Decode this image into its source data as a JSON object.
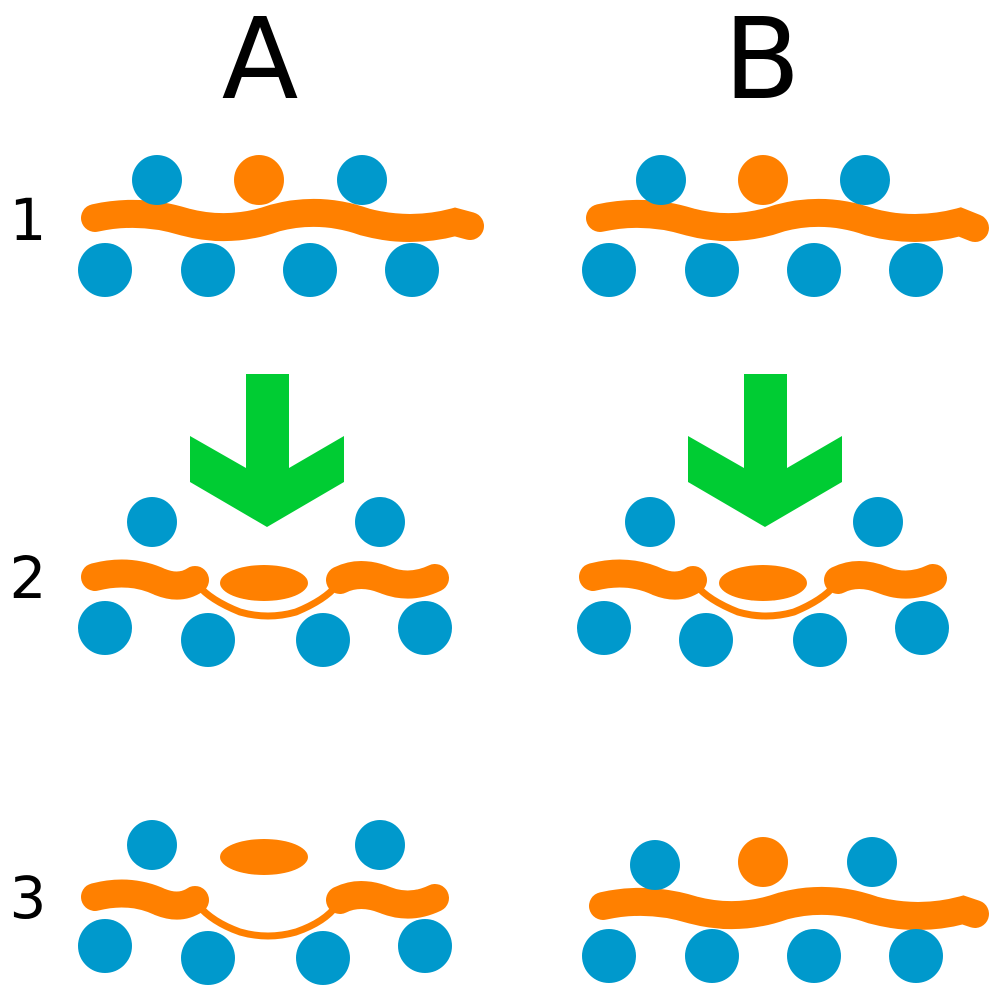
{
  "columns": [
    {
      "id": "A",
      "label": "A"
    },
    {
      "id": "B",
      "label": "B"
    }
  ],
  "rows": [
    {
      "id": "1",
      "label": "1"
    },
    {
      "id": "2",
      "label": "2"
    },
    {
      "id": "3",
      "label": "3"
    }
  ],
  "colors": {
    "blue_particle": "#0099cc",
    "orange": "#ff8000",
    "arrow_green": "#00cc33",
    "text": "#000000"
  },
  "panels": {
    "A1": {
      "state": "intact-with-particle"
    },
    "A2": {
      "state": "opening",
      "arrow": "down-arrow"
    },
    "A3": {
      "state": "open-particle-released"
    },
    "B1": {
      "state": "intact-with-particle"
    },
    "B2": {
      "state": "opening",
      "arrow": "down-arrow"
    },
    "B3": {
      "state": "restored-intact-with-particle"
    }
  }
}
